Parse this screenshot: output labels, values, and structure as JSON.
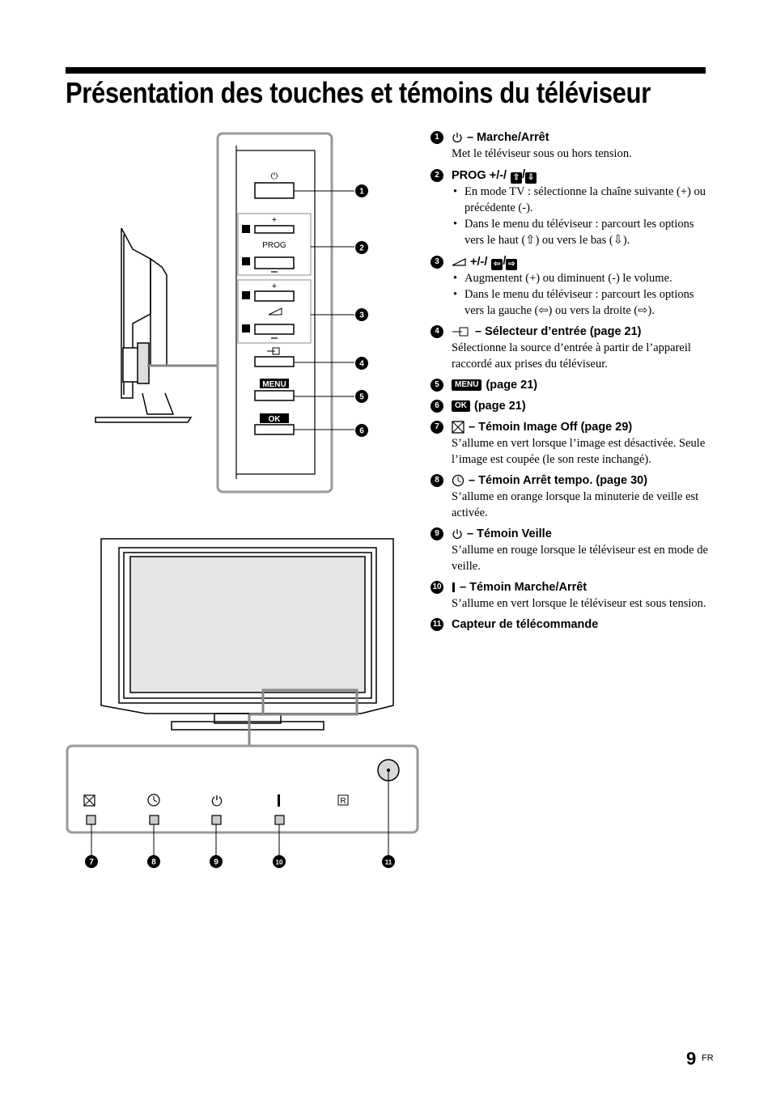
{
  "title": "Présentation des touches et témoins du téléviseur",
  "diagram": {
    "prog_label": "PROG",
    "menu_label": "MENU",
    "ok_label": "OK",
    "callouts_side": [
      "1",
      "2",
      "3",
      "4",
      "5",
      "6"
    ],
    "callouts_front": [
      "7",
      "8",
      "9",
      "10",
      "11"
    ]
  },
  "items": [
    {
      "num": "1",
      "icon": "power-icon",
      "head": "– Marche/Arrêt",
      "text": "Met le téléviseur sous ou hors tension."
    },
    {
      "num": "2",
      "icon": "arrow-up-down-icon",
      "head": "PROG +/-/",
      "bullets": [
        "En mode TV : sélectionne la chaîne suivante (+) ou précédente (-).",
        "Dans le menu du téléviseur : parcourt les options vers le haut (⇧) ou vers le bas (⇩)."
      ]
    },
    {
      "num": "3",
      "icon": "volume-icon",
      "head": "+/-/",
      "bullets": [
        "Augmentent (+) ou diminuent (-) le volume.",
        "Dans le menu du téléviseur : parcourt les options vers la gauche (⇦) ou vers la droite (⇨)."
      ]
    },
    {
      "num": "4",
      "icon": "input-icon",
      "head": "– Sélecteur d’entrée (page 21)",
      "text": "Sélectionne la source d’entrée à partir de l’appareil raccordé aux prises du téléviseur."
    },
    {
      "num": "5",
      "icon": "menu-key-icon",
      "key": "MENU",
      "head": "(page 21)"
    },
    {
      "num": "6",
      "icon": "ok-key-icon",
      "key": "OK",
      "head": "(page 21)"
    },
    {
      "num": "7",
      "icon": "picture-off-icon",
      "head": "– Témoin Image Off (page 29)",
      "text": "S’allume en vert lorsque l’image est désactivée. Seule l’image est coupée (le son reste inchangé)."
    },
    {
      "num": "8",
      "icon": "timer-icon",
      "head": "– Témoin Arrêt tempo. (page 30)",
      "text": "S’allume en orange lorsque la minuterie de veille est activée."
    },
    {
      "num": "9",
      "icon": "standby-icon",
      "head": "– Témoin Veille",
      "text": "S’allume en rouge lorsque le téléviseur est en mode de veille."
    },
    {
      "num": "10",
      "icon": "power-on-icon",
      "head": "– Témoin Marche/Arrêt",
      "text": "S’allume en vert lorsque le téléviseur est sous tension."
    },
    {
      "num": "11",
      "head": "Capteur de télécommande"
    }
  ],
  "page": {
    "number": "9",
    "suffix": "FR"
  }
}
